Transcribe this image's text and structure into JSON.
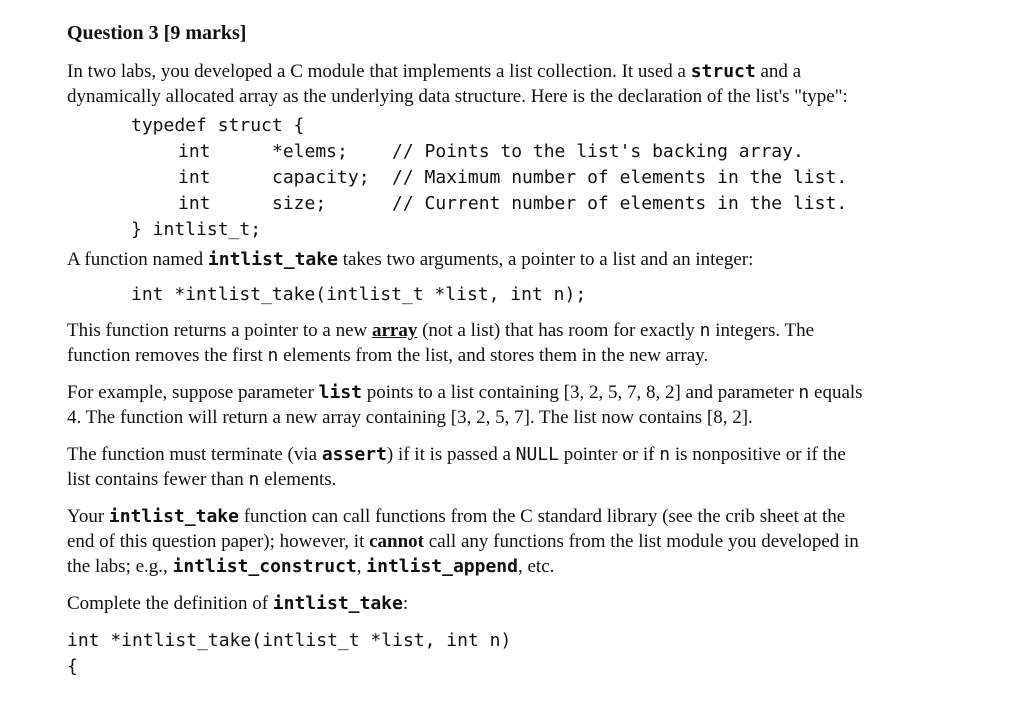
{
  "question": {
    "title": "Question 3 [9 marks]"
  },
  "intro": {
    "p1_a": "In two labs, you developed a C module that implements a list collection. It used a ",
    "p1_code": "struct",
    "p1_b": " and a",
    "p1_line2": "dynamically allocated array as the underlying data structure. Here is the declaration of the list's \"type\":"
  },
  "struct_decl": {
    "open": "typedef struct {",
    "fields": [
      {
        "type": "int",
        "name": "*elems;",
        "comment": "// Points to the list's backing array."
      },
      {
        "type": "int",
        "name": "capacity;",
        "comment": "// Maximum number of elements in the list."
      },
      {
        "type": "int",
        "name": "size;",
        "comment": "// Current number of elements in the list."
      }
    ],
    "close": "} intlist_t;"
  },
  "func_intro": {
    "a": "A function named ",
    "code": "intlist_take",
    "b": " takes two arguments, a pointer to a list and an integer:"
  },
  "prototype": "int *intlist_take(intlist_t *list, int n);",
  "returns": {
    "a": "This function returns a pointer to a new ",
    "array": "array",
    "b": " (not a list) that has room for exactly ",
    "n": "n",
    "c": " integers. The",
    "line2_a": "function removes the first ",
    "line2_n": "n",
    "line2_b": " elements from the list, and stores them in the new array."
  },
  "example": {
    "a": "For example, suppose parameter ",
    "list": "list",
    "b": " points to a list containing [3, 2, 5, 7, 8, 2] and parameter ",
    "n": "n",
    "c": " equals",
    "line2": "4. The function will return a new array containing [3, 2, 5, 7]. The list now contains [8, 2]."
  },
  "terminate": {
    "a": "The function must terminate (via ",
    "assert": "assert",
    "b": ") if it is passed a ",
    "null": "NULL",
    "c": " pointer or if ",
    "n": "n",
    "d": " is nonpositive or if the",
    "line2_a": "list contains fewer than ",
    "line2_n": "n",
    "line2_b": " elements."
  },
  "library": {
    "a": "Your ",
    "code": "intlist_take",
    "b": " function can call functions from the C standard library (see the crib sheet at the",
    "line2_a": "end of this question paper); however, it ",
    "cannot": "cannot",
    "line2_b": " call any functions from the list module you developed in",
    "line3_a": "the labs; e.g., ",
    "construct": "intlist_construct",
    "comma": ", ",
    "append": "intlist_append",
    "line3_b": ", etc."
  },
  "complete": {
    "a": "Complete the definition of ",
    "code": "intlist_take",
    "b": ":"
  },
  "definition": {
    "signature": "int *intlist_take(intlist_t *list, int n)",
    "brace": "{"
  }
}
